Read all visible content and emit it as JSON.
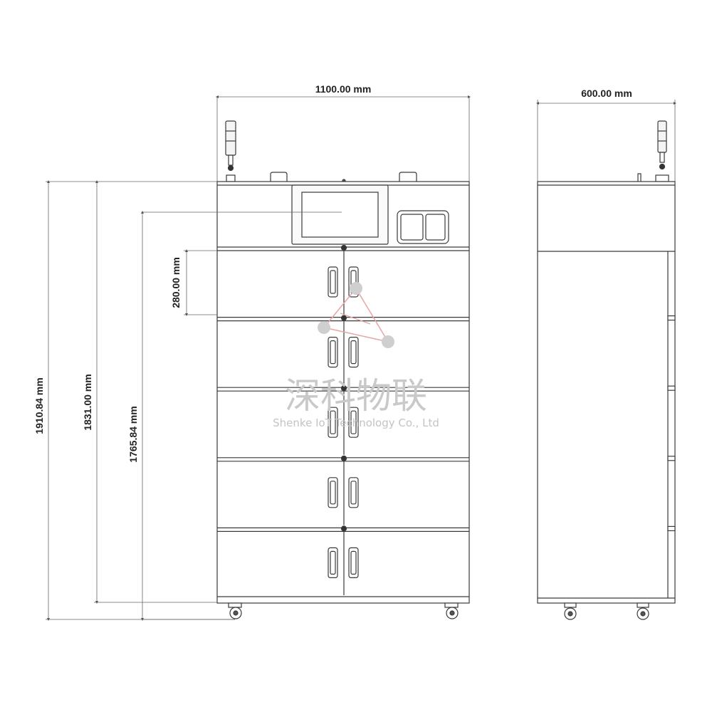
{
  "front_view": {
    "width_label": "1100.00 mm",
    "overall_height_label": "1910.84 mm",
    "body_height_label": "1831.00 mm",
    "screen_height_label": "1765.84 mm",
    "drawer_height_label": "280.00 mm",
    "drawer_count": 5
  },
  "side_view": {
    "depth_label": "600.00 mm"
  },
  "watermark": {
    "company_cn": "深科物联",
    "company_en": "Shenke IoT Technology Co., Ltd"
  },
  "colors": {
    "line": "#3a3a3a",
    "dim_line": "#555555",
    "watermark": "#c9c9c9",
    "watermark_accent": "#e8a3a3"
  }
}
